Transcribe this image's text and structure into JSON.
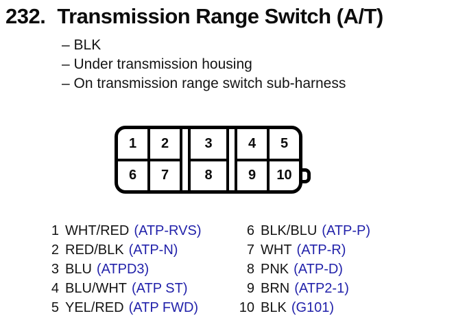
{
  "title": {
    "number": "232.",
    "text": "Transmission Range Switch (A/T)"
  },
  "notes": [
    "– BLK",
    "– Under transmission housing",
    "– On transmission range switch sub-harness"
  ],
  "connector": {
    "description": "10-cavity connector, two rows",
    "cells": [
      "1",
      "2",
      "3",
      "4",
      "5",
      "6",
      "7",
      "8",
      "9",
      "10"
    ]
  },
  "pins": {
    "left": [
      {
        "num": "1",
        "wire": "WHT/RED",
        "signal": "(ATP-RVS)"
      },
      {
        "num": "2",
        "wire": "RED/BLK",
        "signal": "(ATP-N)"
      },
      {
        "num": "3",
        "wire": "BLU",
        "signal": "(ATPD3)"
      },
      {
        "num": "4",
        "wire": "BLU/WHT",
        "signal": "(ATP ST)"
      },
      {
        "num": "5",
        "wire": "YEL/RED",
        "signal": "(ATP FWD)"
      }
    ],
    "right": [
      {
        "num": "6",
        "wire": "BLK/BLU",
        "signal": "(ATP-P)"
      },
      {
        "num": "7",
        "wire": "WHT",
        "signal": "(ATP-R)"
      },
      {
        "num": "8",
        "wire": "PNK",
        "signal": "(ATP-D)"
      },
      {
        "num": "9",
        "wire": "BRN",
        "signal": "(ATP2-1)"
      },
      {
        "num": "10",
        "wire": "BLK",
        "signal": "(G101)"
      }
    ]
  },
  "colors": {
    "signal_blue": "#2222aa",
    "line_black": "#000000",
    "background": "#ffffff"
  }
}
